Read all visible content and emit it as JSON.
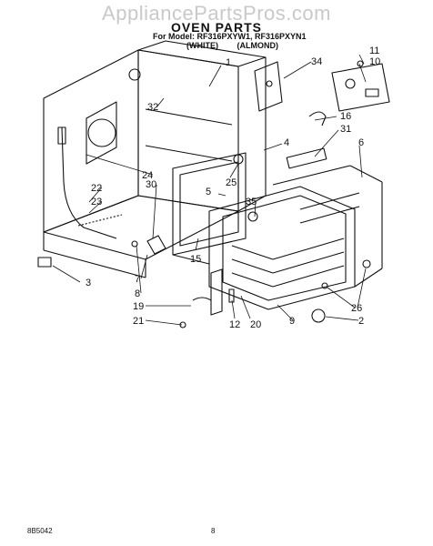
{
  "watermark": "AppliancePartsPros.com",
  "title": "OVEN PARTS",
  "model_line": "For Model: RF316PXYW1, RF316PXYN1",
  "colors": [
    "(WHITE)",
    "(ALMOND)"
  ],
  "callouts": [
    "1",
    "2",
    "3",
    "4",
    "5",
    "6",
    "7",
    "8",
    "9",
    "10",
    "11",
    "12",
    "15",
    "16",
    "19",
    "20",
    "21",
    "22",
    "23",
    "24",
    "25",
    "26",
    "30",
    "31",
    "32",
    "34",
    "35"
  ],
  "footer": {
    "code": "8B5042",
    "page": "8"
  }
}
